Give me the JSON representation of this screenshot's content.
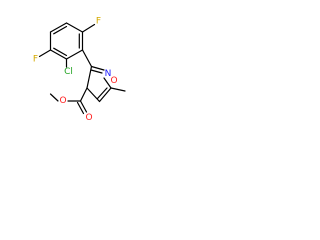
{
  "molecule": {
    "atoms": {
      "f1": {
        "symbol": "F",
        "color": "#d4aa00"
      },
      "f2": {
        "symbol": "F",
        "color": "#d4aa00"
      },
      "cl": {
        "symbol": "Cl",
        "color": "#21a321"
      },
      "n": {
        "symbol": "N",
        "color": "#2020ff"
      },
      "o_ring": {
        "symbol": "O",
        "color": "#ff2020"
      },
      "o_carbonyl": {
        "symbol": "O",
        "color": "#ff2020"
      },
      "o_ester": {
        "symbol": "O",
        "color": "#ff2020"
      }
    },
    "bond_color": "#000000"
  }
}
